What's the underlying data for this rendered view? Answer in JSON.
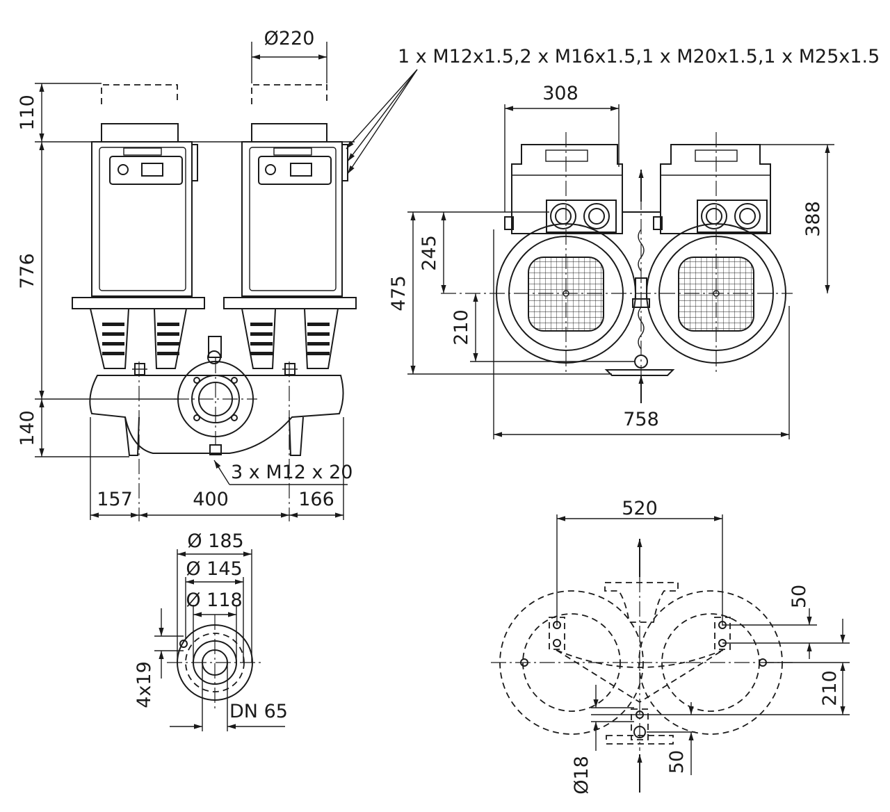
{
  "drawing": {
    "front_view": {
      "cable_glands": "1 x M12x1.5,2 x M16x1.5,1 x M20x1.5,1 x M25x1.5",
      "motor_diameter": "Ø220",
      "service_clearance": "110",
      "height_total": "776",
      "axis_height": "140",
      "base_left": "157",
      "base_center": "400",
      "base_right": "166",
      "foot_threads": "3 x M12 x 20"
    },
    "side_view": {
      "module_width": "308",
      "module_height": "388",
      "height_to_module": "245",
      "axis_to_base": "210",
      "overall_height": "475",
      "overall_width": "758"
    },
    "flange_view": {
      "outer_diameter": "Ø 185",
      "bolt_circle": "Ø 145",
      "raised_face": "Ø 118",
      "bolt_holes": "4x19",
      "nominal_size": "DN 65"
    },
    "bottom_view": {
      "foot_spacing": "520",
      "foot_offset_top": "50",
      "axis_offset": "210",
      "hole_diameter": "Ø18",
      "foot_offset_bottom": "50"
    }
  }
}
